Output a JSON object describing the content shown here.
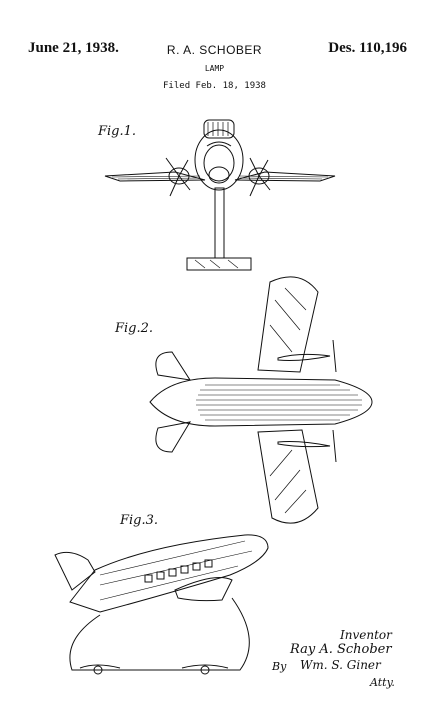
{
  "header": {
    "date": "June 21, 1938.",
    "inventor_name": "R. A. SCHOBER",
    "patent_number": "Des. 110,196",
    "title": "LAMP",
    "filed": "Filed Feb. 18, 1938"
  },
  "figures": {
    "fig1_label": "Fig.1.",
    "fig2_label": "Fig.2.",
    "fig3_label": "Fig.3."
  },
  "signature": {
    "inventor_caption": "Inventor",
    "inventor_signature": "Ray A. Schober",
    "by": "By",
    "attorney_signature": "Wm. S. Giner",
    "atty": "Atty."
  }
}
